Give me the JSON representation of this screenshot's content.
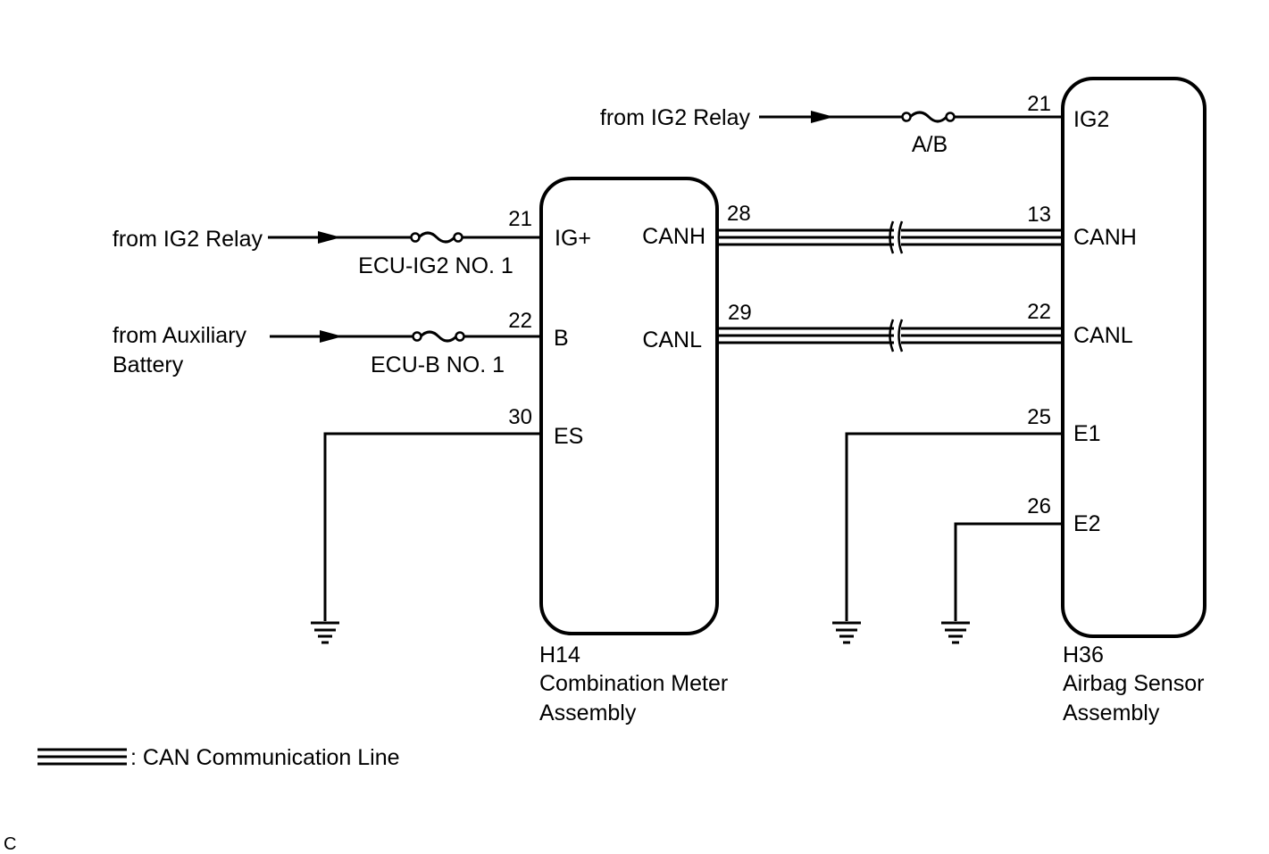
{
  "combination_meter": {
    "connector": "H14",
    "name_line1": "Combination Meter",
    "name_line2": "Assembly",
    "terminals": {
      "ig_plus": {
        "label": "IG+",
        "pin": "21"
      },
      "b": {
        "label": "B",
        "pin": "22"
      },
      "es": {
        "label": "ES",
        "pin": "30"
      },
      "canh": {
        "label": "CANH",
        "pin": "28"
      },
      "canl": {
        "label": "CANL",
        "pin": "29"
      }
    }
  },
  "airbag_sensor": {
    "connector": "H36",
    "name_line1": "Airbag Sensor",
    "name_line2": "Assembly",
    "terminals": {
      "ig2": {
        "label": "IG2",
        "pin": "21"
      },
      "canh": {
        "label": "CANH",
        "pin": "13"
      },
      "canl": {
        "label": "CANL",
        "pin": "22"
      },
      "e1": {
        "label": "E1",
        "pin": "25"
      },
      "e2": {
        "label": "E2",
        "pin": "26"
      }
    }
  },
  "sources": {
    "ig2_relay_airbag": "from IG2 Relay",
    "ig2_relay_meter": "from IG2 Relay",
    "aux_battery_line1": "from Auxiliary",
    "aux_battery_line2": "Battery"
  },
  "fuses": {
    "ab": "A/B",
    "ecu_ig2": "ECU-IG2 NO. 1",
    "ecu_b": "ECU-B NO. 1"
  },
  "legend": {
    "can_line": ": CAN Communication Line"
  },
  "footer_code": "C"
}
